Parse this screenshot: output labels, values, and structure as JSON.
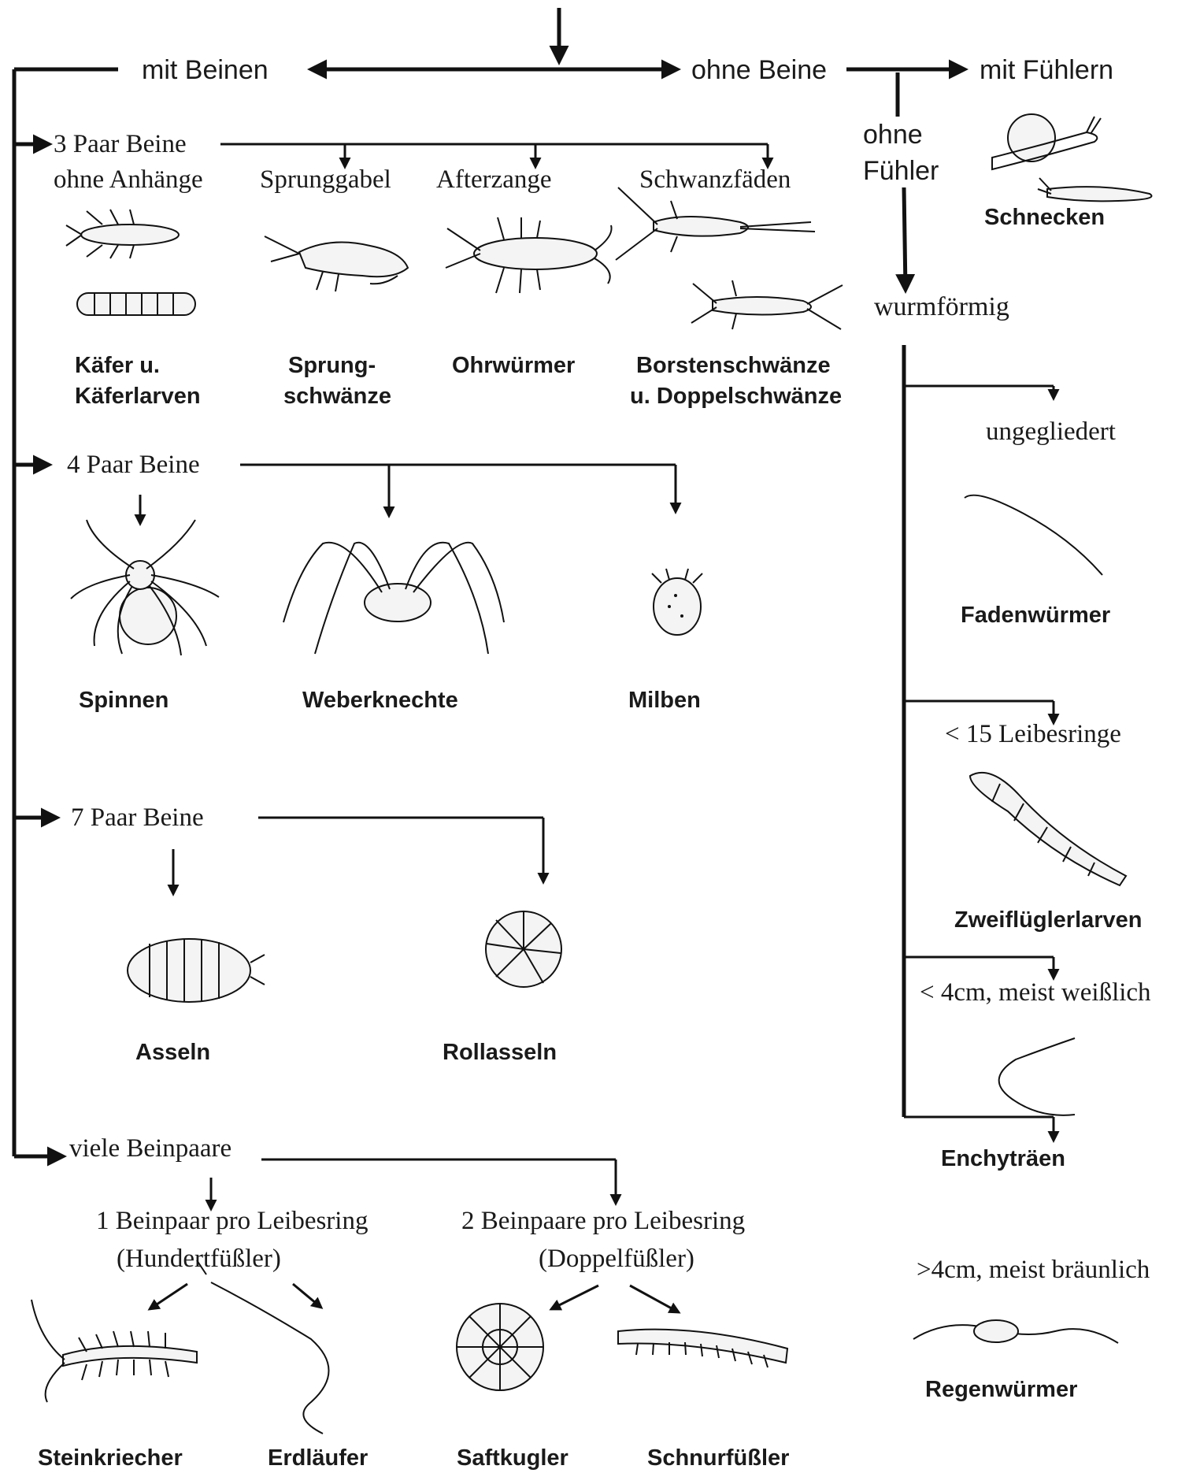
{
  "top_split": {
    "with_legs": "mit Beinen",
    "without_legs": "ohne Beine",
    "with_antennae": "mit Fühlern",
    "without_antennae_1": "ohne",
    "without_antennae_2": "Fühler",
    "wormlike": "wurmförmig"
  },
  "groups": {
    "three_pairs": {
      "label_1": "3 Paar Beine",
      "label_2": "ohne Anhänge",
      "sub": {
        "springtail_fork": "Sprunggabel",
        "pincers": "Afterzange",
        "tail_filaments": "Schwanzfäden"
      },
      "names": {
        "beetles_1": "Käfer u.",
        "beetles_2": "Käferlarven",
        "springtails_1": "Sprung-",
        "springtails_2": "schwänze",
        "earwigs": "Ohrwürmer",
        "bristletails_1": "Borstenschwänze",
        "bristletails_2": "u. Doppelschwänze"
      }
    },
    "four_pairs": {
      "label": "4 Paar Beine",
      "names": {
        "spiders": "Spinnen",
        "harvestmen": "Weberknechte",
        "mites": "Milben"
      }
    },
    "seven_pairs": {
      "label": "7 Paar Beine",
      "names": {
        "woodlice": "Asseln",
        "pill_woodlice": "Rollasseln"
      }
    },
    "many_pairs": {
      "label": "viele Beinpaare",
      "one_pair_1": "1 Beinpaar pro Leibesring",
      "one_pair_2": "(Hundertfüßler)",
      "two_pairs_1": "2 Beinpaare pro Leibesring",
      "two_pairs_2": "(Doppelfüßler)",
      "names": {
        "stone_centipede": "Steinkriecher",
        "soil_centipede": "Erdläufer",
        "pill_millipede": "Saftkugler",
        "millipede": "Schnurfüßler"
      }
    }
  },
  "snails": "Schnecken",
  "worm_branches": {
    "unsegmented": "ungegliedert",
    "nematodes": "Fadenwürmer",
    "fewer_rings": "< 15 Leibesringe",
    "fly_larvae": "Zweiflüglerlarven",
    "small_white": "< 4cm, meist weißlich",
    "enchytraeids": "Enchyträen",
    "large_brown": ">4cm, meist bräunlich",
    "earthworms": "Regenwürmer"
  }
}
